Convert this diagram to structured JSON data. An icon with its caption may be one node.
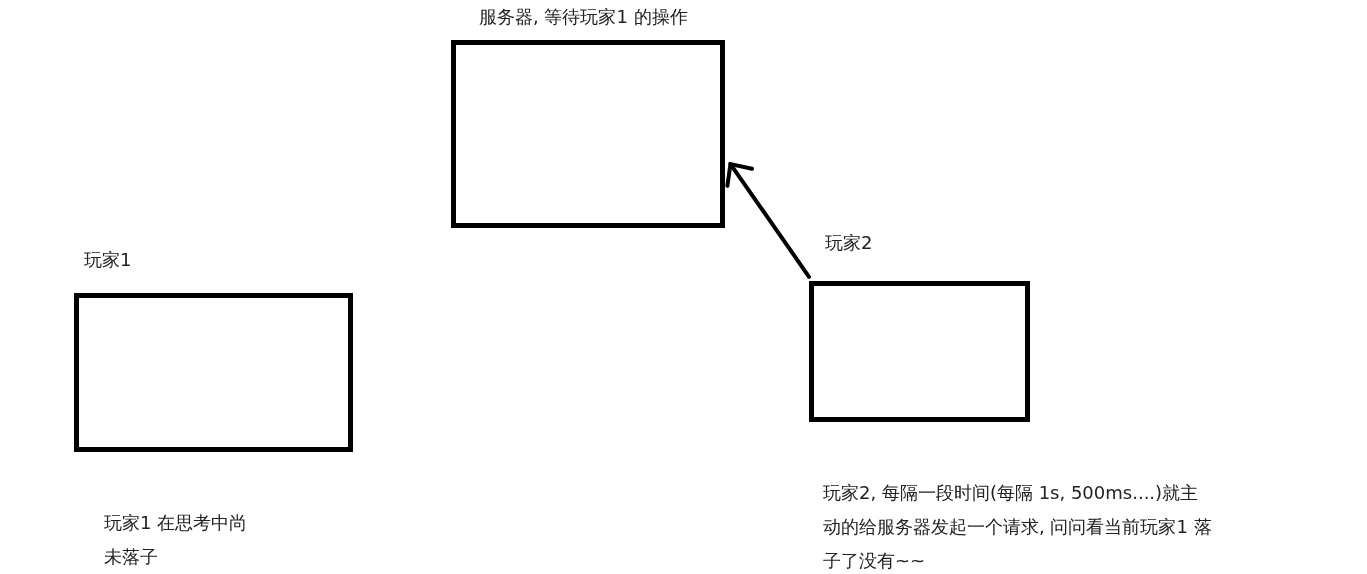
{
  "diagram": {
    "nodes": [
      {
        "text": [
          "服务器, 等待玩家1 的操作"
        ]
      },
      {
        "text": [
          "玩家1"
        ],
        "beside": [
          "玩家1 在思考中尚未落子"
        ]
      },
      {
        "text": [
          "玩家2"
        ],
        "beside": [
          "玩家2, 每隔一段时间(每隔 1s, 500ms....)就主动的给服务器发起一个请求, 问问看当前玩家1 落子了没有~~"
        ]
      }
    ],
    "edges": [
      {
        "from": 2,
        "to": 0,
        "arrow": "to"
      }
    ]
  }
}
